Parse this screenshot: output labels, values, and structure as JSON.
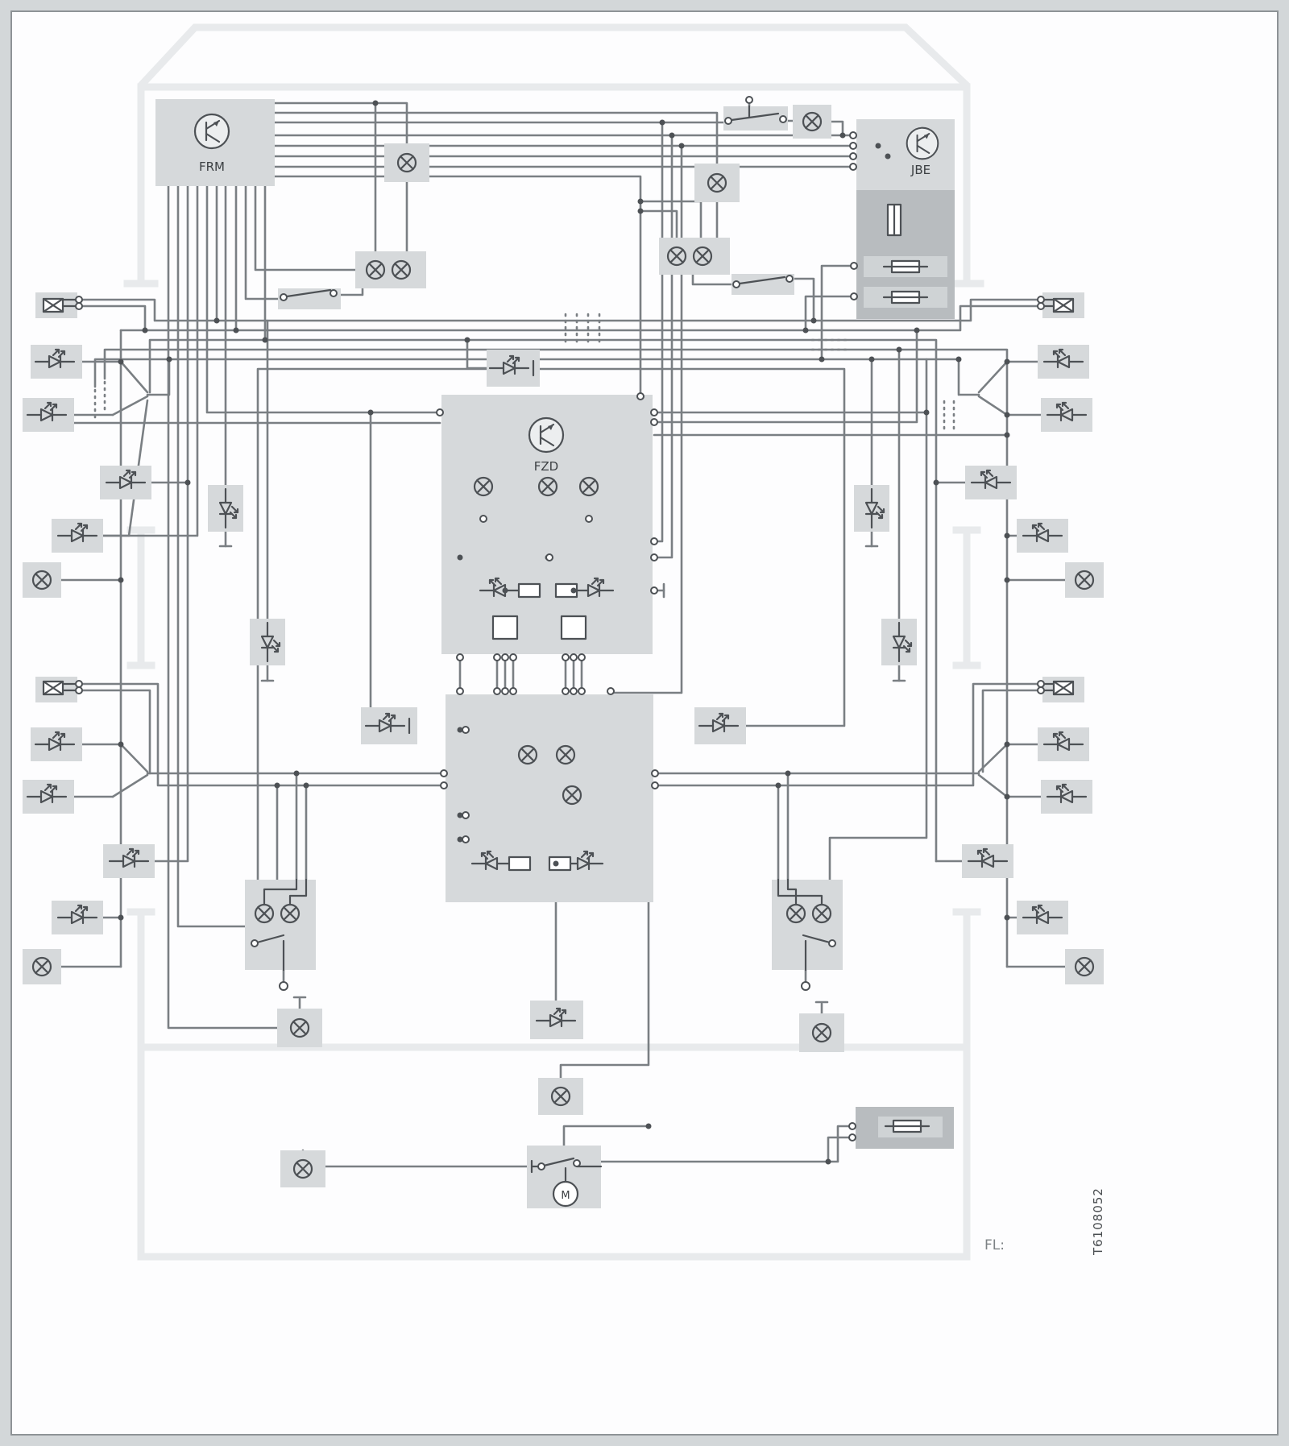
{
  "title": "vehicle-interior-lighting-wiring-diagram",
  "modules": {
    "frm": {
      "label": "FRM"
    },
    "jbe": {
      "label": "JBE"
    },
    "fzd": {
      "label": "FZD"
    },
    "pump_motor": {
      "label": "M"
    }
  },
  "footer": {
    "fl_label": "FL:",
    "doc_number": "T6108052"
  },
  "colors": {
    "background": "#d3d7d9",
    "canvas": "#fdfdfe",
    "wire": "#7a7f83",
    "component_box": "#d6d9db",
    "fuse_panel": "#b8bcbf",
    "symbol_stroke": "#4d5155",
    "car_outline": "#e8eaec"
  },
  "symbol_types": [
    "lamp-icon",
    "led-icon",
    "photodiode-icon",
    "fuse-icon",
    "switch-icon",
    "resistor-icon",
    "connector-x-icon",
    "motor-icon",
    "control-module-icon",
    "ground-icon",
    "junction-dot",
    "terminal-circle"
  ]
}
